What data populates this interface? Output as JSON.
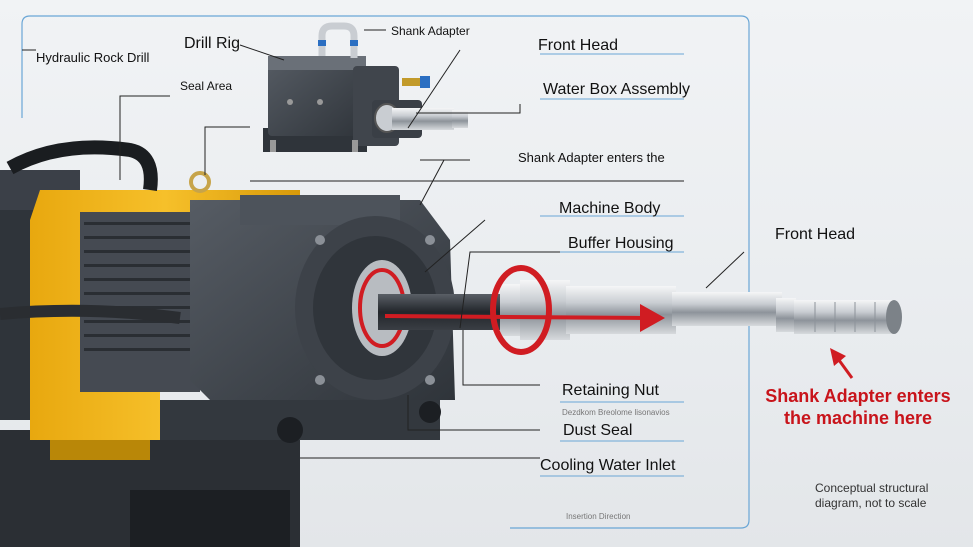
{
  "labels": {
    "hydraulic_rock_drill": "Hydraulic Rock Drill",
    "drill_rig": "Drill Rig",
    "seal_area": "Seal Area",
    "shank_adapter_top": "Shank Adapter",
    "front_head_top": "Front Head",
    "water_box_assembly": "Water Box Assembly",
    "shank_adapter_enters": "Shank Adapter enters the",
    "machine_body": "Machine Body",
    "buffer_housing": "Buffer Housing",
    "front_head_right": "Front Head",
    "retaining_nut": "Retaining Nut",
    "garbled_text": "Dezdkom Breolome lisonavios",
    "dust_seal": "Dust Seal",
    "cooling_water_inlet": "Cooling Water Inlet",
    "insertion_direction": "Insertion Direction"
  },
  "callout": {
    "line1": "Shank Adapter enters",
    "line2": "the machine here"
  },
  "note": {
    "line1": "Conceptual structural",
    "line2": "diagram, not to scale"
  },
  "colors": {
    "accent_red": "#c8141b",
    "frame_blue": "#6aa6d6",
    "machine_yellow": "#f2b619",
    "body_gray": "#3b4048"
  }
}
